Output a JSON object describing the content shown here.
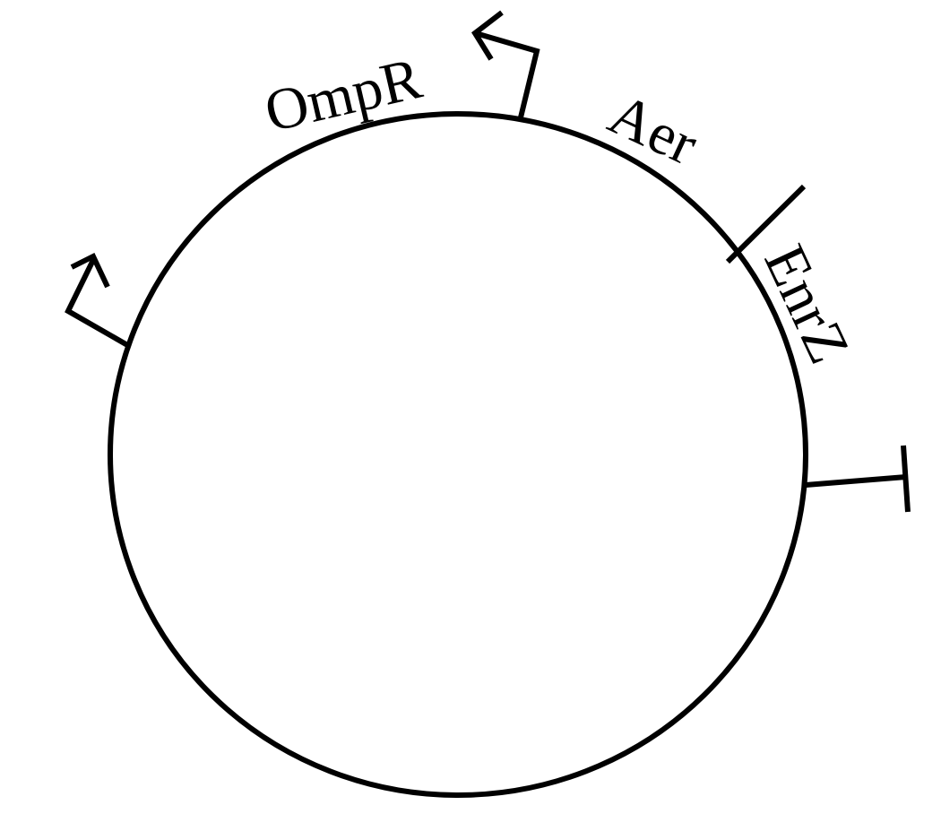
{
  "labels": {
    "gene_1": "OmpR",
    "gene_2": "Aer",
    "gene_3": "EnrZ"
  },
  "colors": {
    "stroke": "#000000",
    "background": "#ffffff"
  },
  "icons": {
    "promoter_top": "promoter-arrow-icon",
    "promoter_left": "promoter-arrow-icon",
    "terminator": "terminator-icon"
  }
}
